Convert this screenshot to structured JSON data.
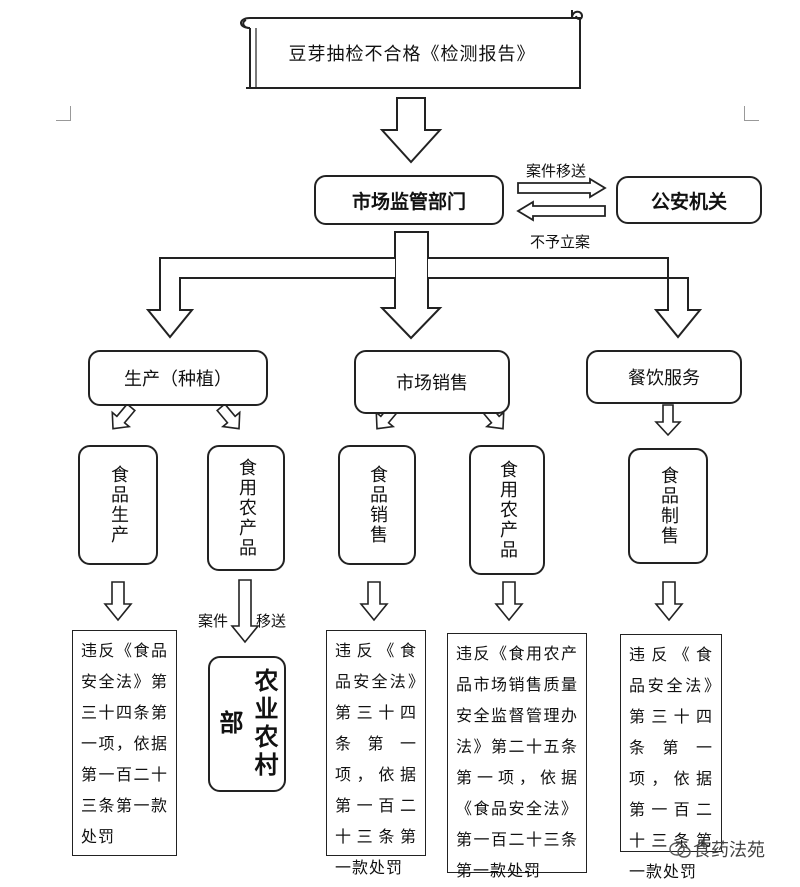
{
  "title": "豆芽抽检不合格《检测报告》",
  "nodes": {
    "market_supervision": "市场监管部门",
    "police": "公安机关",
    "production": "生产（种植）",
    "market_sales": "市场销售",
    "catering": "餐饮服务",
    "food_production": "食品生产",
    "edible_agri_1": "食用农产品",
    "food_sales": "食品销售",
    "edible_agri_2": "食用农产品",
    "food_making": "食品制售",
    "agriculture_dept": "农业农村部"
  },
  "edge_labels": {
    "case_transfer": "案件移送",
    "no_filing": "不予立案",
    "case_left": "案件",
    "transfer_right": "移送"
  },
  "laws": {
    "law1": "违反《食品安全法》第三十四条第一项，依据第一百二十三条第一款处罚",
    "law2": "违反《食品安全法》第三十四条第一项，依据第一百二十三条第一款处罚",
    "law3": "违反《食用农产品市场销售质量安全监督管理办法》第二十五条第一项，依据《食品安全法》第一百二十三条第一款处罚",
    "law4": "违反《食品安全法》第三十四条第一项，依据第一百二十三条第一款处罚"
  },
  "watermark": "食药法苑"
}
